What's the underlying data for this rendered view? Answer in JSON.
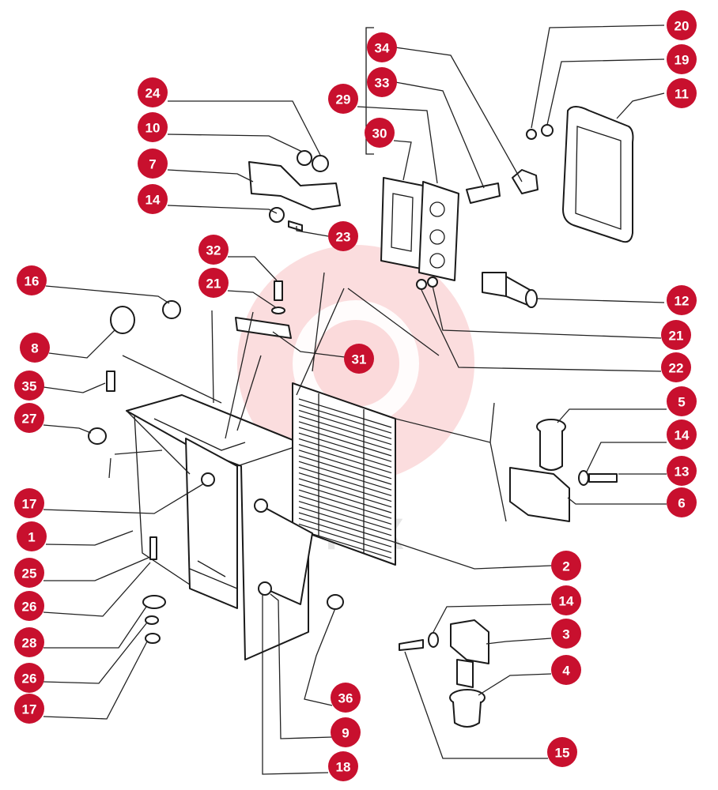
{
  "watermark": {
    "text": "ИГТЕХ"
  },
  "callouts": [
    {
      "label": "20"
    },
    {
      "label": "19"
    },
    {
      "label": "11"
    },
    {
      "label": "34"
    },
    {
      "label": "33"
    },
    {
      "label": "29"
    },
    {
      "label": "30"
    },
    {
      "label": "24"
    },
    {
      "label": "10"
    },
    {
      "label": "7"
    },
    {
      "label": "14"
    },
    {
      "label": "23"
    },
    {
      "label": "32"
    },
    {
      "label": "16"
    },
    {
      "label": "21"
    },
    {
      "label": "8"
    },
    {
      "label": "31"
    },
    {
      "label": "12"
    },
    {
      "label": "21"
    },
    {
      "label": "22"
    },
    {
      "label": "35"
    },
    {
      "label": "5"
    },
    {
      "label": "27"
    },
    {
      "label": "14"
    },
    {
      "label": "13"
    },
    {
      "label": "6"
    },
    {
      "label": "17"
    },
    {
      "label": "1"
    },
    {
      "label": "25"
    },
    {
      "label": "26"
    },
    {
      "label": "28"
    },
    {
      "label": "26"
    },
    {
      "label": "17"
    },
    {
      "label": "2"
    },
    {
      "label": "14"
    },
    {
      "label": "3"
    },
    {
      "label": "4"
    },
    {
      "label": "36"
    },
    {
      "label": "9"
    },
    {
      "label": "18"
    },
    {
      "label": "15"
    }
  ]
}
